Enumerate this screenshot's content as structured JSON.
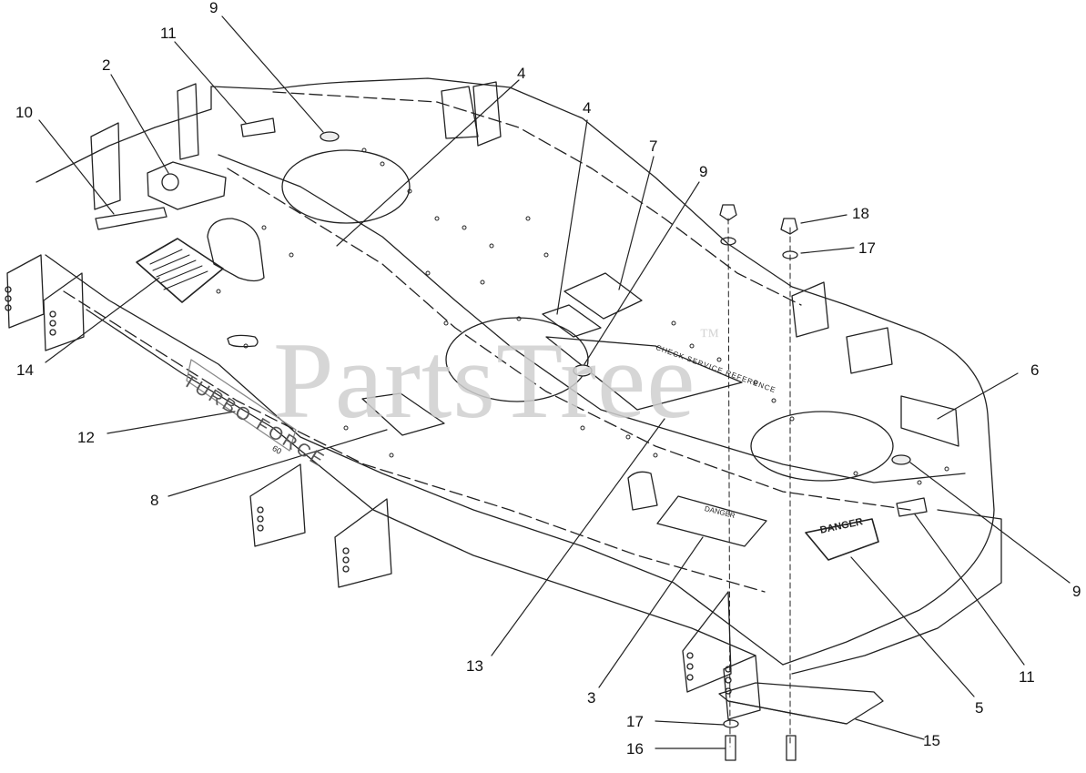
{
  "watermark": {
    "text": "PartsTree",
    "mark": "™"
  },
  "decals": {
    "turbo_force": "TURBO FORCE",
    "turbo_force_sub": "60",
    "check_service": "CHECK SERVICE REFERENCE",
    "danger_small": "DANGER",
    "danger_big": "DANGER"
  },
  "callouts": [
    {
      "id": "c9a",
      "label": "9"
    },
    {
      "id": "c11a",
      "label": "11"
    },
    {
      "id": "c2",
      "label": "2"
    },
    {
      "id": "c4a",
      "label": "4"
    },
    {
      "id": "c10",
      "label": "10"
    },
    {
      "id": "c4b",
      "label": "4"
    },
    {
      "id": "c7",
      "label": "7"
    },
    {
      "id": "c9b",
      "label": "9"
    },
    {
      "id": "c18",
      "label": "18"
    },
    {
      "id": "c17a",
      "label": "17"
    },
    {
      "id": "c14",
      "label": "14"
    },
    {
      "id": "c6",
      "label": "6"
    },
    {
      "id": "c12",
      "label": "12"
    },
    {
      "id": "c8",
      "label": "8"
    },
    {
      "id": "c9c",
      "label": "9"
    },
    {
      "id": "c13",
      "label": "13"
    },
    {
      "id": "c3",
      "label": "3"
    },
    {
      "id": "c11b",
      "label": "11"
    },
    {
      "id": "c5",
      "label": "5"
    },
    {
      "id": "c17b",
      "label": "17"
    },
    {
      "id": "c15",
      "label": "15"
    },
    {
      "id": "c16",
      "label": "16"
    }
  ]
}
